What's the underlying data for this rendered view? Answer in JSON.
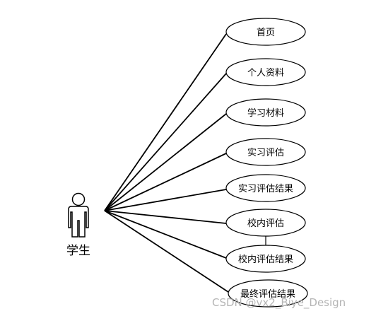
{
  "actor": {
    "label": "学生",
    "icon": "person-icon"
  },
  "use_cases": [
    {
      "label": "首页"
    },
    {
      "label": "个人资料"
    },
    {
      "label": "学习材料"
    },
    {
      "label": "实习评估"
    },
    {
      "label": "实习评估结果"
    },
    {
      "label": "校内评估"
    },
    {
      "label": "校内评估结果"
    },
    {
      "label": "最终评估结果"
    }
  ],
  "relations": [
    {
      "from": "校内评估",
      "to": "校内评估结果"
    }
  ],
  "watermark": "CSDN @vx2_Biye_Design",
  "colors": {
    "stroke": "#000000",
    "background": "#ffffff",
    "watermark": "#b5b5b5"
  }
}
